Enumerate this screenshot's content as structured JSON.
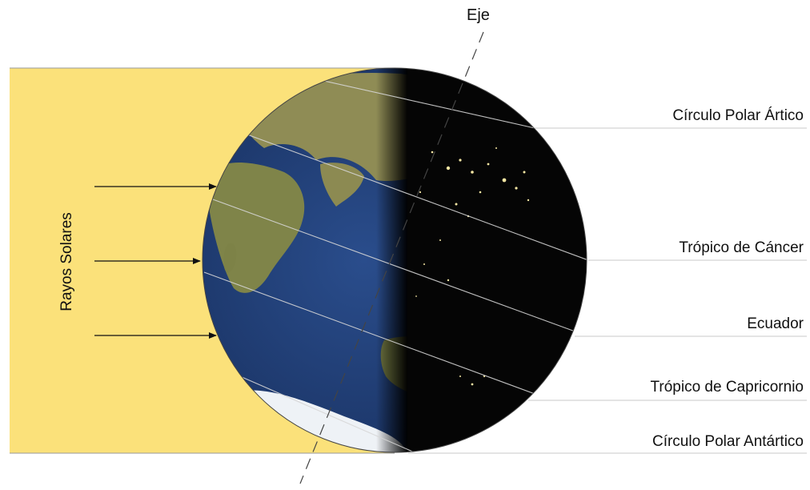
{
  "diagram": {
    "axis_label": "Eje",
    "rays_label": "Rayos Solares",
    "latitudes": [
      {
        "label": "Círculo Polar Ártico"
      },
      {
        "label": "Trópico de Cáncer"
      },
      {
        "label": "Ecuador"
      },
      {
        "label": "Trópico de Capricornio"
      },
      {
        "label": "Círculo Polar Antártico"
      }
    ]
  },
  "colors": {
    "sunlight": "#fbe17a",
    "ocean_day": "#24447e",
    "ocean_deep": "#1a3266",
    "land": "#8a8a4e",
    "night": "#050505",
    "city_lights": "#f4e6a3",
    "ice": "#eef2f6",
    "guide_line": "#c8c8c8"
  }
}
